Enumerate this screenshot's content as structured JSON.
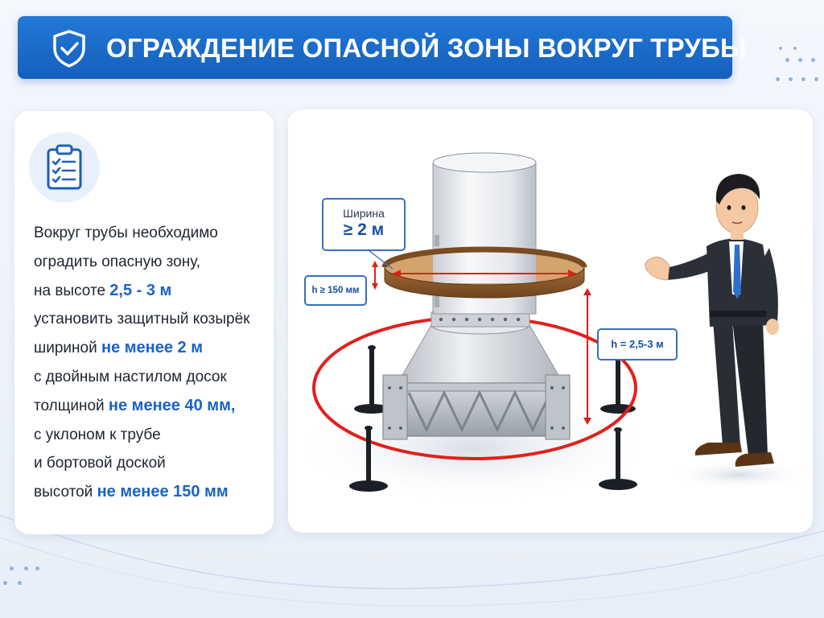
{
  "header": {
    "title": "ОГРАЖДЕНИЕ ОПАСНОЙ ЗОНЫ ВОКРУГ ТРУБЫ",
    "icon": "shield-check-icon"
  },
  "instructions": {
    "icon": "clipboard-checklist-icon",
    "lines": [
      {
        "text": "Вокруг трубы необходимо",
        "highlight": ""
      },
      {
        "text": "оградить опасную зону,",
        "highlight": ""
      },
      {
        "text": "на высоте ",
        "highlight": "2,5 - 3 м"
      },
      {
        "text": "установить защитный козырёк",
        "highlight": ""
      },
      {
        "text": "шириной ",
        "highlight": "не менее 2 м"
      },
      {
        "text": "с двойным настилом досок",
        "highlight": ""
      },
      {
        "text": "толщиной ",
        "highlight": "не менее 40 мм,"
      },
      {
        "text": "с уклоном к трубе",
        "highlight": ""
      },
      {
        "text": "и бортовой доской",
        "highlight": ""
      },
      {
        "text": "высотой ",
        "highlight": "не менее 150 мм"
      }
    ]
  },
  "illustration": {
    "width_label": "Ширина",
    "width_value": "≥ 2 м",
    "board_height_label": "h ≥ 150 мм",
    "canopy_height_label": "h = 2,5-3 м"
  },
  "colors": {
    "header_blue": "#1a6ad0",
    "highlight_blue": "#1a63c6",
    "danger_red": "#e0201b",
    "canopy_wood": "#8a5a2b"
  }
}
